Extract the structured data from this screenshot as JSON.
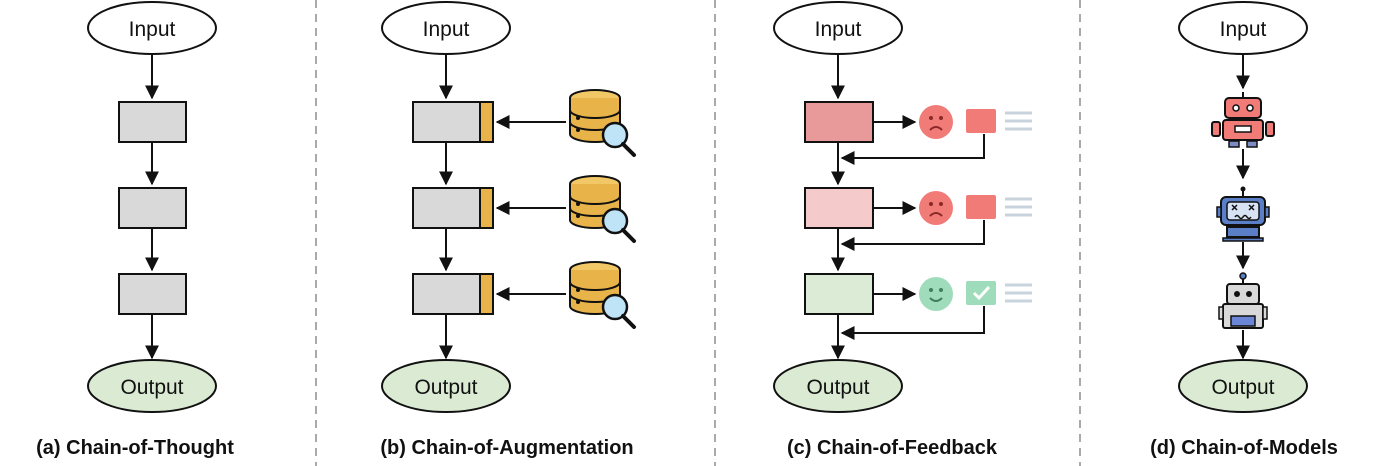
{
  "panels": [
    {
      "caption": "(a) Chain-of-Thought",
      "input_label": "Input",
      "output_label": "Output"
    },
    {
      "caption": "(b) Chain-of-Augmentation",
      "input_label": "Input",
      "output_label": "Output",
      "icons": [
        "database-search-icon",
        "database-search-icon",
        "database-search-icon"
      ]
    },
    {
      "caption": "(c) Chain-of-Feedback",
      "input_label": "Input",
      "output_label": "Output",
      "feedback": [
        {
          "face": "sad-face-icon",
          "card": "negative-card-icon"
        },
        {
          "face": "sad-face-icon",
          "card": "negative-card-icon"
        },
        {
          "face": "happy-face-icon",
          "card": "check-card-icon"
        }
      ]
    },
    {
      "caption": "(d) Chain-of-Models",
      "input_label": "Input",
      "output_label": "Output",
      "icons": [
        "red-robot-icon",
        "blue-robot-icon",
        "gray-robot-icon"
      ]
    }
  ],
  "colors": {
    "step_gray": "#d9d9d9",
    "output_green": "#dbebd3",
    "database_gold": "#e8b44a",
    "feedback_red": "#f07b77",
    "feedback_green": "#9fdcbc",
    "step_red_dark": "#e8999a",
    "step_red_light": "#f4caca",
    "step_green_light": "#dcebd6",
    "separator": "#aaaaaa"
  }
}
